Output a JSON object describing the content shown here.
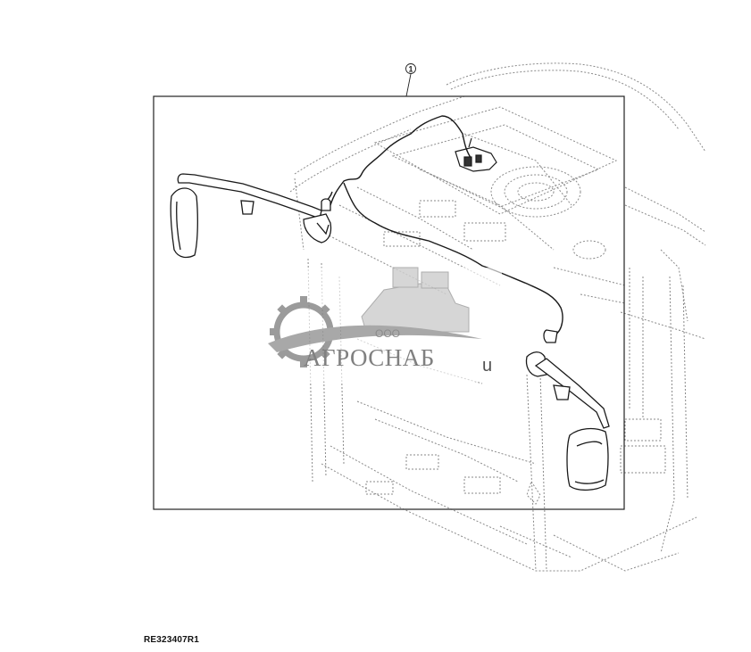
{
  "callout": {
    "number": "1"
  },
  "part_code": "RE323407R1",
  "watermark": {
    "company_prefix": "ООО",
    "brand": "АГРОСНАБ",
    "suffix": "u",
    "color": "#8a8a8a"
  },
  "colors": {
    "line": "#1a1a1a",
    "dashed": "#7a7a7a",
    "frame": "#222222"
  }
}
